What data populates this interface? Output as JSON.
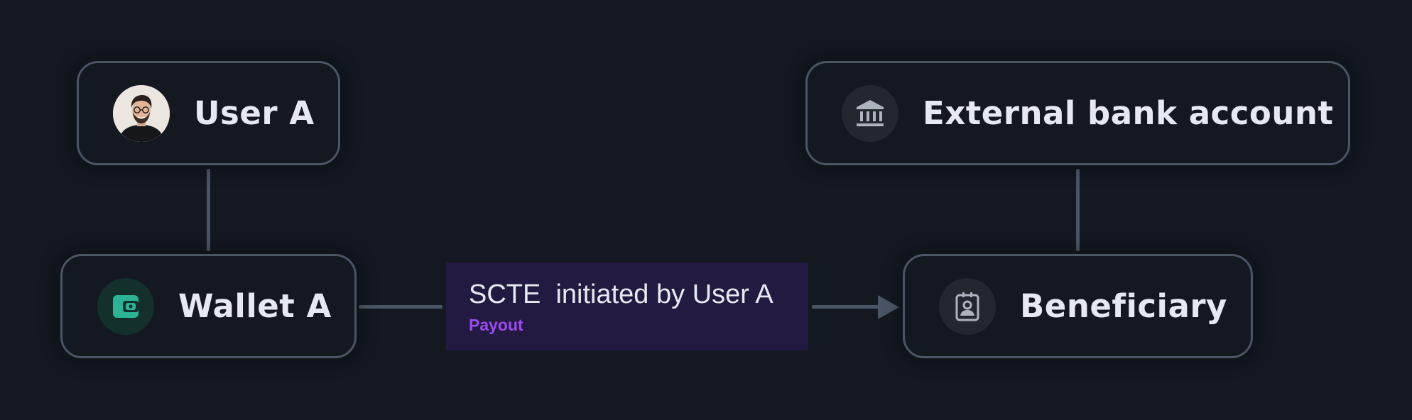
{
  "diagram": {
    "nodes": {
      "user_a": {
        "label": "User A",
        "icon": "avatar-photo"
      },
      "external_bank": {
        "label": "External bank account",
        "icon": "bank-icon"
      },
      "wallet_a": {
        "label": "Wallet A",
        "icon": "wallet-icon"
      },
      "beneficiary": {
        "label": "Beneficiary",
        "icon": "contact-card-icon"
      }
    },
    "edge": {
      "title": "SCTE  initiated by User A",
      "subtitle": "Payout"
    },
    "colors": {
      "background": "#131821",
      "node_border": "#4a5565",
      "text": "#e6e9f2",
      "wallet_accent": "#2bb596",
      "edge_label_bg": "#221a40",
      "edge_subtitle": "#9b4cf0"
    }
  }
}
